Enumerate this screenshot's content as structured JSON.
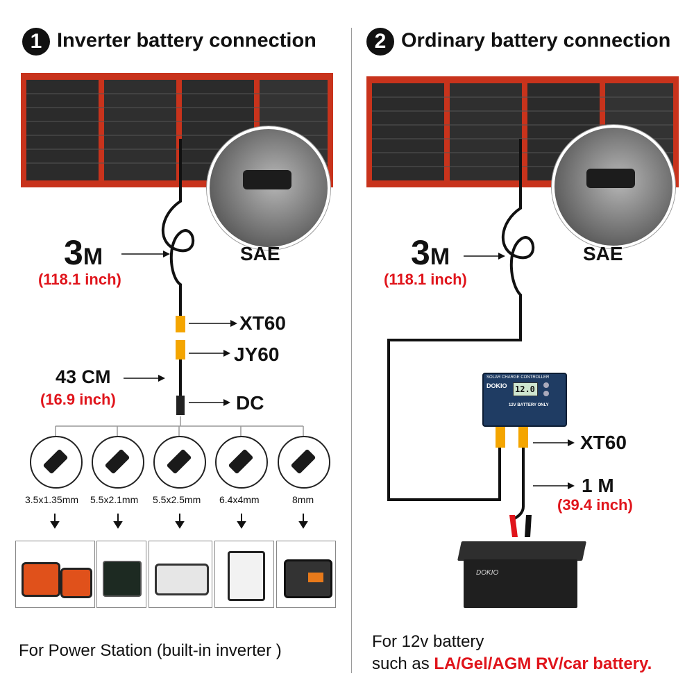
{
  "left": {
    "number": "1",
    "title": "Inverter battery connection",
    "cable_length": "3",
    "cable_unit": "M",
    "cable_inch": "(118.1 inch)",
    "connector_sae": "SAE",
    "connector_xt60": "XT60",
    "connector_jy60": "JY60",
    "connector_dc": "DC",
    "adapter_length": "43 CM",
    "adapter_inch": "(16.9 inch)",
    "tips": [
      "3.5x1.35mm",
      "5.5x2.1mm",
      "5.5x2.5mm",
      "6.4x4mm",
      "8mm"
    ],
    "caption": "For Power Station (built-in inverter )"
  },
  "right": {
    "number": "2",
    "title": "Ordinary battery connection",
    "cable_length": "3",
    "cable_unit": "M",
    "cable_inch": "(118.1 inch)",
    "connector_sae": "SAE",
    "connector_xt60": "XT60",
    "battery_cable": "1 M",
    "battery_inch": "(39.4 inch)",
    "controller_header": "SOLAR CHARGE CONTROLLER",
    "controller_brand": "DOKIO",
    "controller_screen": "12.0",
    "controller_note": "12V BATTERY ONLY",
    "battery_brand": "DOKIO",
    "caption_line1": "For 12v battery",
    "caption_line2_plain": "such as ",
    "caption_line2_red": "LA/Gel/AGM RV/car battery."
  },
  "colors": {
    "accent_red": "#e0141b",
    "panel_frame": "#c8331c",
    "cell_dark": "#2a2a2a"
  }
}
